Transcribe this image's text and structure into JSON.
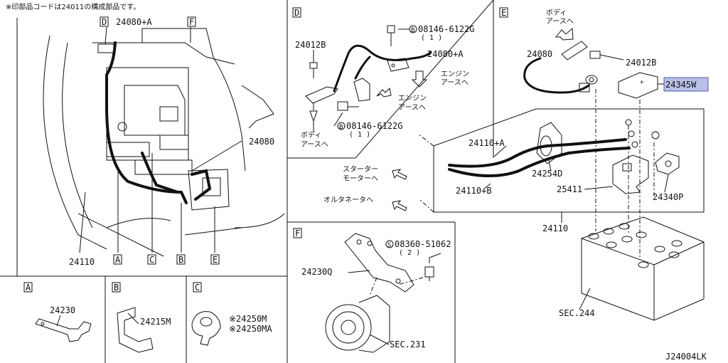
{
  "header_note": "※印部品コードは24011の構成部品です。",
  "diagram_id": "J24004LK",
  "highlight_color": "#b8bfe8",
  "panels": {
    "main": {
      "labels": {
        "d": "D",
        "f": "F",
        "p24080a": "24080+A",
        "p24080": "24080",
        "p24110": "24110",
        "a": "A",
        "c": "C",
        "b": "B",
        "e": "E"
      }
    },
    "a": {
      "letter": "A",
      "part": "24230"
    },
    "b": {
      "letter": "B",
      "part": "24215M"
    },
    "c": {
      "letter": "C",
      "part1": "※24250M",
      "part2": "※24250MA"
    },
    "d": {
      "letter": "D",
      "p24012b": "24012B",
      "bolt1_code": "08146-6122G",
      "bolt1_qty": "( 1 )",
      "p24080a": "24080+A",
      "engine_earth1_l1": "エンジン",
      "engine_earth1_l2": "アースへ",
      "engine_earth2_l1": "エンジン",
      "engine_earth2_l2": "アースへ",
      "body_earth_l1": "ボディ",
      "body_earth_l2": "アースへ",
      "bolt2_code": "08146-6122G",
      "bolt2_qty": "( 1 )"
    },
    "e": {
      "letter": "E",
      "body_earth_l1": "ボディ",
      "body_earth_l2": "アースへ",
      "p24080": "24080",
      "p24012b": "24012B",
      "p24345": "24345W",
      "p24110a": "24110+A",
      "p24254d": "24254D",
      "p24110b": "24110+B",
      "p25411": "25411",
      "p24340p": "24340P",
      "p24110": "24110",
      "starter_l1": "スターター",
      "starter_l2": "モーターへ",
      "alternator": "オルタネータへ",
      "sec244": "SEC.244"
    },
    "f": {
      "letter": "F",
      "screw_code": "08360-51062",
      "screw_qty": "( 2 )",
      "p24230q": "24230Q",
      "sec231": "SEC.231"
    }
  }
}
